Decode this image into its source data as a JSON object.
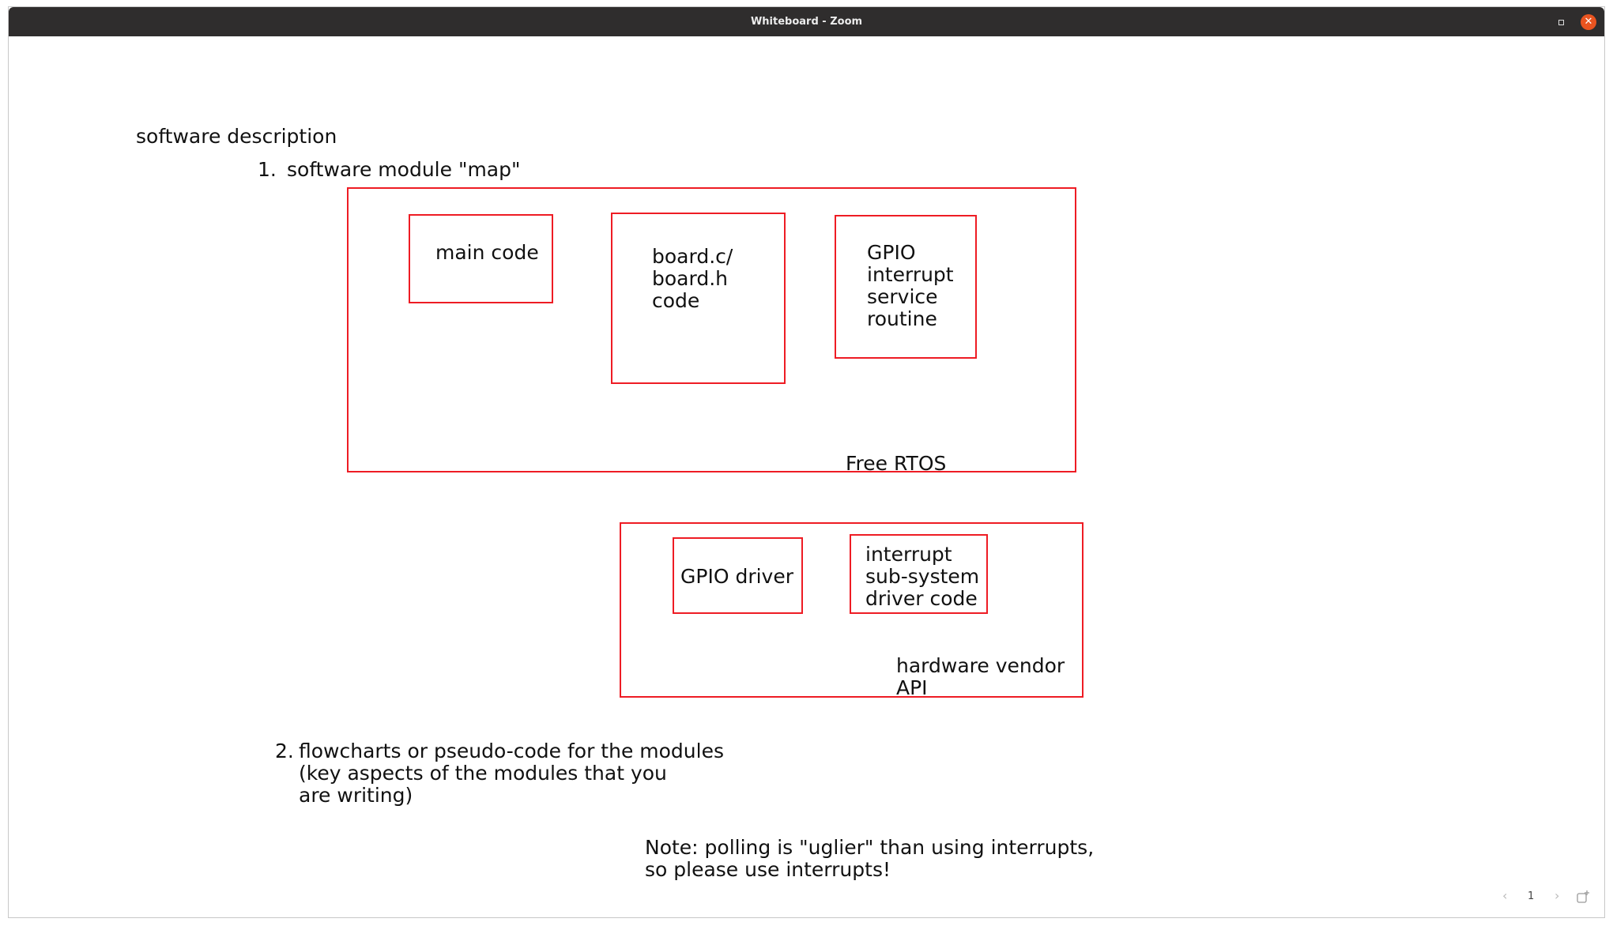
{
  "window": {
    "title": "Whiteboard - Zoom",
    "maximize_icon": "maximize-icon",
    "close_icon": "close-icon",
    "close_glyph": "✕",
    "accent_close": "#e95420",
    "titlebar_color": "#2f2d2d"
  },
  "whiteboard": {
    "stroke_color": "#ee1c24",
    "heading": "software description",
    "item1_number": "1.",
    "item1_text": "software module \"map\"",
    "freertos_box": {
      "label": "Free RTOS",
      "main_code": "main code",
      "board_code": "board.c/\nboard.h\ncode",
      "gpio_isr": "GPIO\ninterrupt\nservice\nroutine"
    },
    "vendor_box": {
      "label": "hardware vendor\nAPI",
      "gpio_driver": "GPIO driver",
      "interrupt_driver": "interrupt\nsub-system\ndriver code"
    },
    "item2_number": "2.",
    "item2_text": "flowcharts or pseudo-code for the modules\n(key aspects of the modules that you\nare writing)",
    "note": "Note: polling is \"uglier\" than using interrupts,\nso please use interrupts!"
  },
  "pagination": {
    "prev_icon": "chevron-left-icon",
    "prev_glyph": "‹",
    "page_number": "1",
    "next_icon": "chevron-right-icon",
    "next_glyph": "›",
    "add_page_icon": "add-page-icon"
  }
}
